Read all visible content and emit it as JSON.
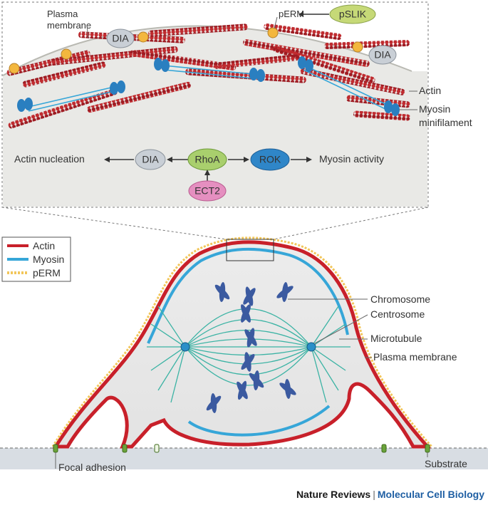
{
  "inset": {
    "labels": {
      "plasma_membrane_1": "Plasma",
      "plasma_membrane_2": "membrane",
      "perm": "pERM",
      "pslik": "pSLIK",
      "dia_top": "DIA",
      "dia_right": "DIA",
      "actin": "Actin",
      "myosin_1": "Myosin",
      "myosin_2": "minifilament"
    },
    "pathway": {
      "left_text": "Actin nucleation",
      "dia": "DIA",
      "rhoa": "RhoA",
      "rok": "ROK",
      "right_text": "Myosin activity",
      "ect2": "ECT2"
    }
  },
  "legend": [
    {
      "label": "Actin",
      "color": "#c8202a"
    },
    {
      "label": "Myosin",
      "color": "#36a6d8"
    },
    {
      "label": "pERM",
      "color": "#f2c65a"
    }
  ],
  "cell": {
    "labels": {
      "chromosome": "Chromosome",
      "centrosome": "Centrosome",
      "microtubule": "Microtubule",
      "plasma_membrane": "Plasma membrane",
      "focal_adhesion": "Focal adhesion",
      "substrate": "Substrate"
    }
  },
  "footer": {
    "publisher": "Nature Reviews",
    "separator": "|",
    "journal": "Molecular Cell Biology"
  },
  "colors": {
    "actin": "#c8202a",
    "myosin": "#36a6d8",
    "perm": "#f2c65a",
    "microtubule": "#3bb3a4",
    "chromosome": "#3b5aa0",
    "dia_fill": "#c9cfd6",
    "rhoa_fill": "#a9cf6d",
    "rok_fill": "#2f86c8",
    "ect2_fill": "#e58fc0",
    "pslik_fill": "#c6d977"
  }
}
